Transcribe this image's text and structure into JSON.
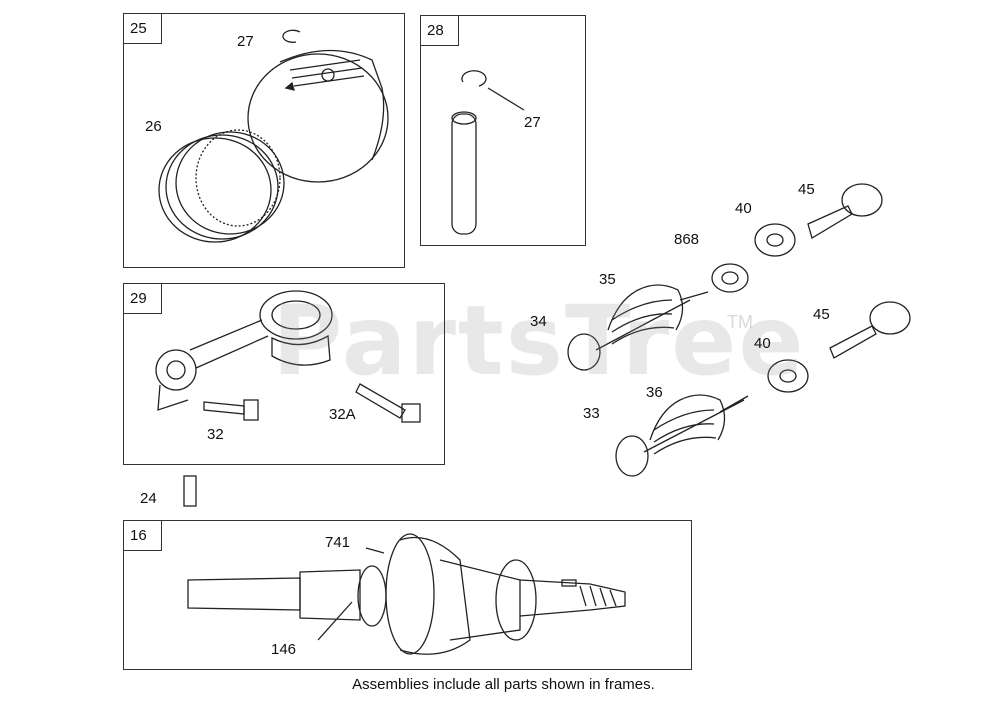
{
  "frames": [
    {
      "id": "25"
    },
    {
      "id": "28"
    },
    {
      "id": "29"
    },
    {
      "id": "16"
    }
  ],
  "callouts": {
    "c27a": "27",
    "c26": "26",
    "c27b": "27",
    "c32": "32",
    "c32a": "32A",
    "c24": "24",
    "c741": "741",
    "c146": "146",
    "c45a": "45",
    "c40a": "40",
    "c868": "868",
    "c35": "35",
    "c34": "34",
    "c45b": "45",
    "c40b": "40",
    "c36": "36",
    "c33": "33"
  },
  "watermark": {
    "text": "PartsTree",
    "tm": "TM"
  },
  "footer": "Assemblies include all parts shown in frames."
}
